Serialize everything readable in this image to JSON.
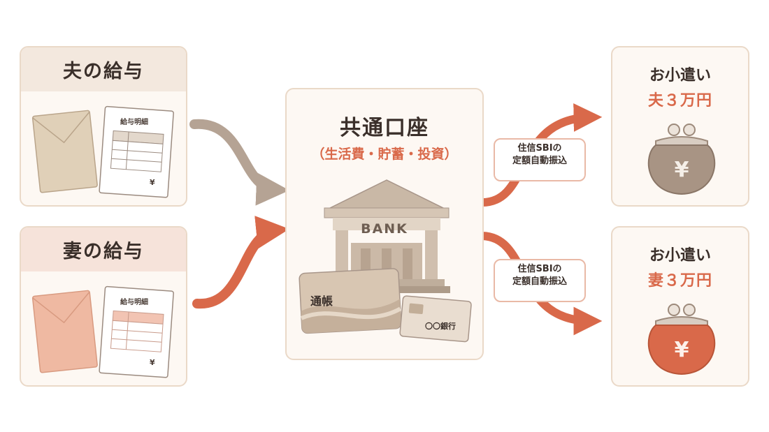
{
  "husband_salary": {
    "title": "夫の給与",
    "slip_title": "給与明細",
    "yen": "¥"
  },
  "wife_salary": {
    "title": "妻の給与",
    "slip_title": "給与明細",
    "yen": "¥"
  },
  "joint_account": {
    "title": "共通口座",
    "subtitle": "（生活費・貯蓄・投資）",
    "bank_sign": "BANK",
    "passbook_label": "通帳",
    "card_label": "〇〇銀行"
  },
  "transfers": [
    {
      "line1": "住信SBIの",
      "line2": "定額自動振込"
    },
    {
      "line1": "住信SBIの",
      "line2": "定額自動振込"
    }
  ],
  "allowances": [
    {
      "title": "お小遣い",
      "amount": "夫３万円",
      "yen": "¥",
      "color": "#a89484"
    },
    {
      "title": "お小遣い",
      "amount": "妻３万円",
      "yen": "¥",
      "color": "#d9694a"
    }
  ],
  "colors": {
    "husband_arrow": "#b5a394",
    "orange_arrow": "#d9694a",
    "card_border": "#ead9c8",
    "accent": "#d9694a"
  }
}
